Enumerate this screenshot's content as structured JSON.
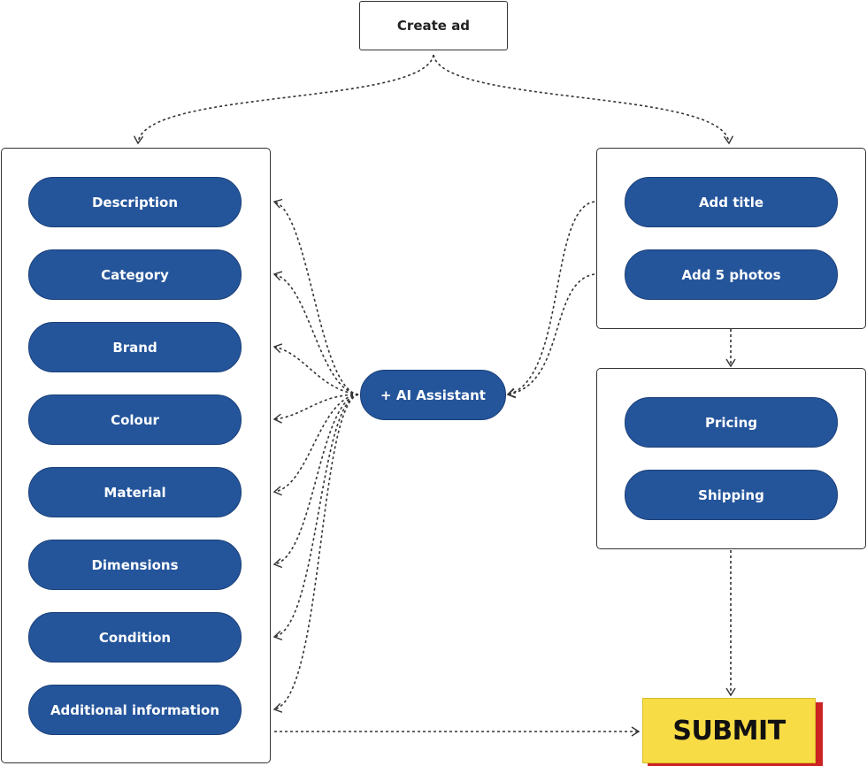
{
  "top": {
    "label": "Create ad"
  },
  "left_group": {
    "items": [
      "Description",
      "Category",
      "Brand",
      "Colour",
      "Material",
      "Dimensions",
      "Condition",
      "Additional information"
    ]
  },
  "assistant": {
    "label": "+ AI Assistant"
  },
  "right_top_group": {
    "items": [
      "Add title",
      "Add 5 photos"
    ]
  },
  "right_mid_group": {
    "items": [
      "Pricing",
      "Shipping"
    ]
  },
  "submit": {
    "label": "SUBMIT"
  },
  "colors": {
    "pill": "#24559b",
    "submit": "#f7dc45",
    "submit_shadow": "#cc2222",
    "connector": "#333333"
  }
}
